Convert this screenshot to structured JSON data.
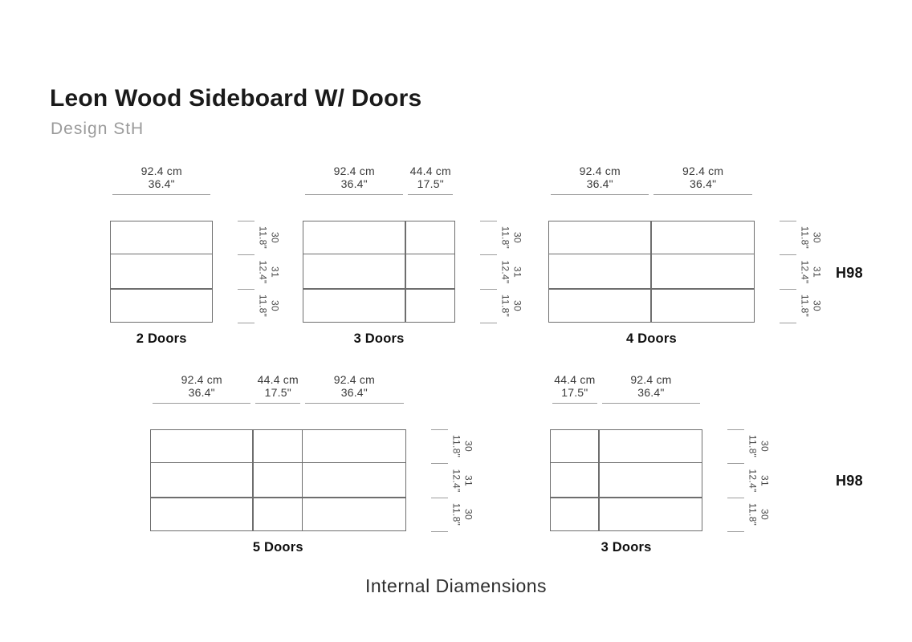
{
  "header": {
    "title": "Leon Wood Sideboard W/ Doors",
    "subtitle": "Design StH"
  },
  "caption": "Internal Diamensions",
  "height_label": "H98",
  "colors": {
    "cabinet_line": "#6e6e6e",
    "dimension_line": "#9c9c9c",
    "dimension_text": "#3a3a3a",
    "label_text": "#0e0e0e",
    "subtitle_text": "#9b9b9b",
    "background": "#ffffff"
  },
  "diagrams": [
    {
      "name": "2-doors-top",
      "label": "2 Doors",
      "widths": [
        {
          "cm_label": "92.4 cm",
          "inch_label": "36.4\"",
          "cm": 92.4
        }
      ],
      "heights": [
        {
          "cm_label": "30",
          "inch_label": "11.8\"",
          "cm": 30
        },
        {
          "cm_label": "31",
          "inch_label": "12.4\"",
          "cm": 31
        },
        {
          "cm_label": "30",
          "inch_label": "11.8\"",
          "cm": 30
        }
      ]
    },
    {
      "name": "3-doors-top",
      "label": "3 Doors",
      "widths": [
        {
          "cm_label": "92.4 cm",
          "inch_label": "36.4\"",
          "cm": 92.4
        },
        {
          "cm_label": "44.4 cm",
          "inch_label": "17.5\"",
          "cm": 44.4
        }
      ],
      "heights": [
        {
          "cm_label": "30",
          "inch_label": "11.8\"",
          "cm": 30
        },
        {
          "cm_label": "31",
          "inch_label": "12.4\"",
          "cm": 31
        },
        {
          "cm_label": "30",
          "inch_label": "11.8\"",
          "cm": 30
        }
      ]
    },
    {
      "name": "4-doors-top",
      "label": "4 Doors",
      "widths": [
        {
          "cm_label": "92.4 cm",
          "inch_label": "36.4\"",
          "cm": 92.4
        },
        {
          "cm_label": "92.4 cm",
          "inch_label": "36.4\"",
          "cm": 92.4
        }
      ],
      "heights": [
        {
          "cm_label": "30",
          "inch_label": "11.8\"",
          "cm": 30
        },
        {
          "cm_label": "31",
          "inch_label": "12.4\"",
          "cm": 31
        },
        {
          "cm_label": "30",
          "inch_label": "11.8\"",
          "cm": 30
        }
      ]
    },
    {
      "name": "5-doors-bottom",
      "label": "5 Doors",
      "widths": [
        {
          "cm_label": "92.4 cm",
          "inch_label": "36.4\"",
          "cm": 92.4
        },
        {
          "cm_label": "44.4 cm",
          "inch_label": "17.5\"",
          "cm": 44.4
        },
        {
          "cm_label": "92.4 cm",
          "inch_label": "36.4\"",
          "cm": 92.4
        }
      ],
      "heights": [
        {
          "cm_label": "30",
          "inch_label": "11.8\"",
          "cm": 30
        },
        {
          "cm_label": "31",
          "inch_label": "12.4\"",
          "cm": 31
        },
        {
          "cm_label": "30",
          "inch_label": "11.8\"",
          "cm": 30
        }
      ]
    },
    {
      "name": "3-doors-bottom",
      "label": "3 Doors",
      "widths": [
        {
          "cm_label": "44.4 cm",
          "inch_label": "17.5\"",
          "cm": 44.4
        },
        {
          "cm_label": "92.4 cm",
          "inch_label": "36.4\"",
          "cm": 92.4
        }
      ],
      "heights": [
        {
          "cm_label": "30",
          "inch_label": "11.8\"",
          "cm": 30
        },
        {
          "cm_label": "31",
          "inch_label": "12.4\"",
          "cm": 31
        },
        {
          "cm_label": "30",
          "inch_label": "11.8\"",
          "cm": 30
        }
      ]
    }
  ]
}
